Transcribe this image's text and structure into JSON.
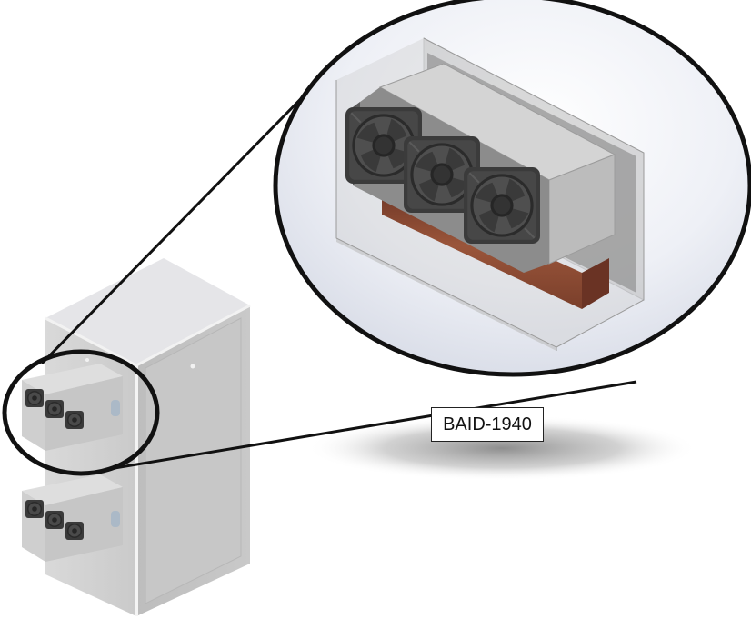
{
  "callout": {
    "label": "BAID-1940"
  },
  "colors": {
    "cabinet_front": "#d3d3d3",
    "cabinet_side": "#c3c3c3",
    "cabinet_top": "#e4e4e6",
    "cabinet_edge": "#f2f2f2",
    "unit_housing": "#c8c8c8",
    "fan_frame": "#3d3d3d",
    "fan_blade": "#555555",
    "heatsink": "#8a4a32",
    "highlight_ring": "#111111",
    "shadow": "#888888"
  },
  "components": [
    "cabinet",
    "cooling-unit-upper",
    "cooling-unit-lower",
    "magnified-view"
  ]
}
